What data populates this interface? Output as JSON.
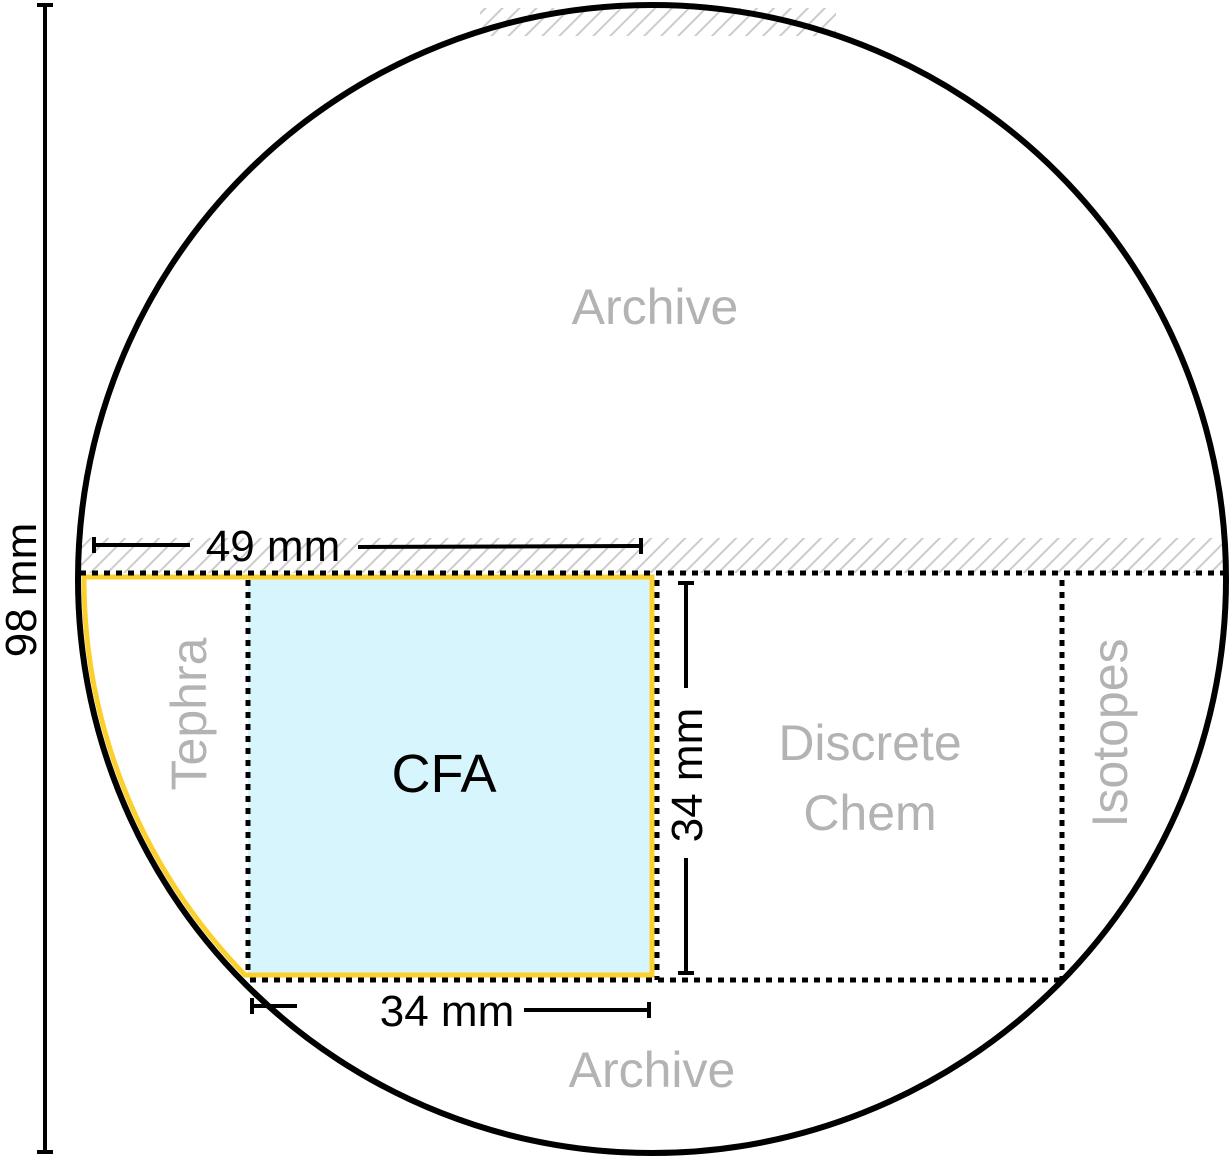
{
  "title": "Ice core cutting plan",
  "labels": {
    "archive_top": "Archive",
    "archive_bottom": "Archive",
    "tephra": "Tephra",
    "cfa": "CFA",
    "discrete_chem_line1": "Discrete",
    "discrete_chem_line2": "Chem",
    "isotopes": "Isotopes"
  },
  "dimensions": {
    "diameter": "98 mm",
    "cfa_offset_width": "49 mm",
    "cfa_width": "34 mm",
    "cfa_height": "34 mm"
  },
  "colors": {
    "cfa_fill": "#d7f5fc",
    "cfa_outline": "#fcd02c",
    "section_label": "#b3b3b3",
    "hatch": "#cccccc"
  }
}
